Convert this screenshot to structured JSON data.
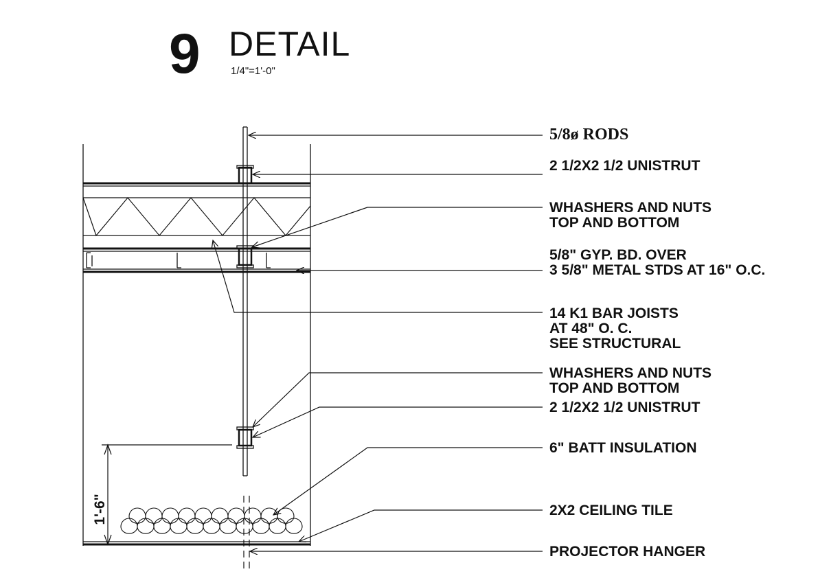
{
  "detail": {
    "number": "9",
    "title": "DETAIL",
    "scale": "1/4\"=1'-0\""
  },
  "dimension": {
    "text": "1'-6\""
  },
  "labels": [
    {
      "id": "rods",
      "lines": [
        "5/8ø RODS"
      ]
    },
    {
      "id": "unistrut-top",
      "lines": [
        "2 1/2X2 1/2 UNISTRUT"
      ]
    },
    {
      "id": "washers-top",
      "lines": [
        "WHASHERS AND NUTS",
        "TOP AND BOTTOM"
      ]
    },
    {
      "id": "gyp-bd",
      "lines": [
        "5/8\" GYP. BD. OVER",
        "3 5/8\" METAL STDS AT 16\" O.C."
      ]
    },
    {
      "id": "bar-joists",
      "lines": [
        "14 K1 BAR JOISTS",
        "AT 48\" O. C.",
        "SEE STRUCTURAL"
      ]
    },
    {
      "id": "washers-bottom",
      "lines": [
        "WHASHERS AND NUTS",
        "TOP AND BOTTOM"
      ]
    },
    {
      "id": "unistrut-bottom",
      "lines": [
        "2 1/2X2 1/2 UNISTRUT"
      ]
    },
    {
      "id": "batt-insulation",
      "lines": [
        "6\" BATT INSULATION"
      ]
    },
    {
      "id": "ceiling-tile",
      "lines": [
        "2X2 CEILING TILE"
      ]
    },
    {
      "id": "projector-hanger",
      "lines": [
        "PROJECTOR HANGER"
      ]
    }
  ]
}
